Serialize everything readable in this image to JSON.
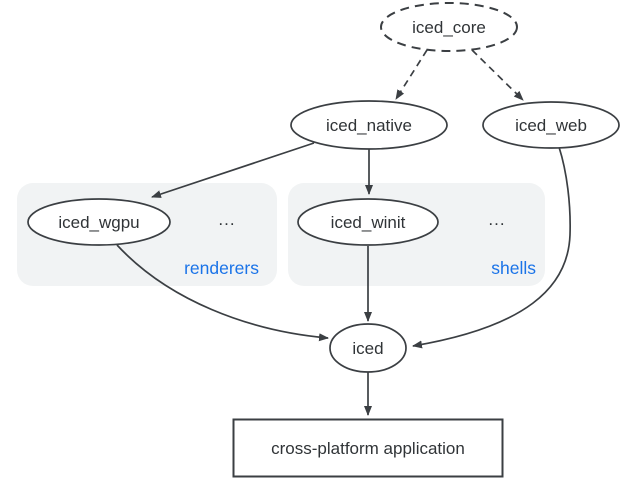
{
  "colors": {
    "background": "#ffffff",
    "node-fill": "#ffffff",
    "edge-stroke": "#3b3f43",
    "text": "#303437",
    "accent-blue": "#1a73e8",
    "group-bg": "#f1f3f4"
  },
  "diagram": {
    "nodes": {
      "iced_core": {
        "label": "iced_core"
      },
      "iced_native": {
        "label": "iced_native"
      },
      "iced_web": {
        "label": "iced_web"
      },
      "iced_wgpu": {
        "label": "iced_wgpu"
      },
      "iced_winit": {
        "label": "iced_winit"
      },
      "iced": {
        "label": "iced"
      },
      "application": {
        "label": "cross-platform application"
      }
    },
    "groups": {
      "renderers": {
        "label": "renderers",
        "more": "..."
      },
      "shells": {
        "label": "shells",
        "more": "..."
      }
    }
  }
}
